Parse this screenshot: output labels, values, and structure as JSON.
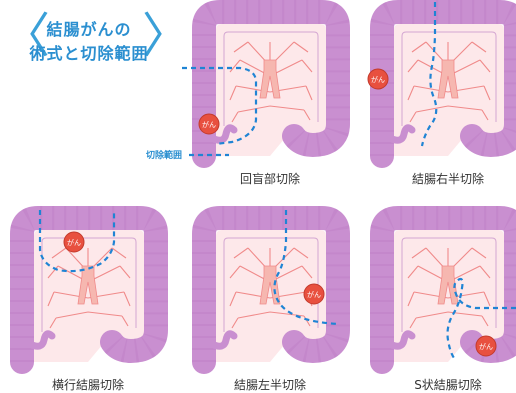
{
  "title": {
    "line1": "結腸がんの",
    "line2": "術式と切除範囲"
  },
  "legend": {
    "label": "切除範囲"
  },
  "cancer_label": "がん",
  "panels": [
    {
      "name": "回盲部切除"
    },
    {
      "name": "結腸右半切除"
    },
    {
      "name": "横行結腸切除"
    },
    {
      "name": "結腸左半切除"
    },
    {
      "name": "S状結腸切除"
    }
  ],
  "colors": {
    "colon": "#c98fd0",
    "colon_dark": "#b979c2",
    "mesentery": "#fde8ea",
    "vessel": "#f08a8a",
    "aorta": "#f6b7b0",
    "cancer": "#e8503f",
    "cut_line": "#1f84d4",
    "title": "#2b8fd0"
  }
}
